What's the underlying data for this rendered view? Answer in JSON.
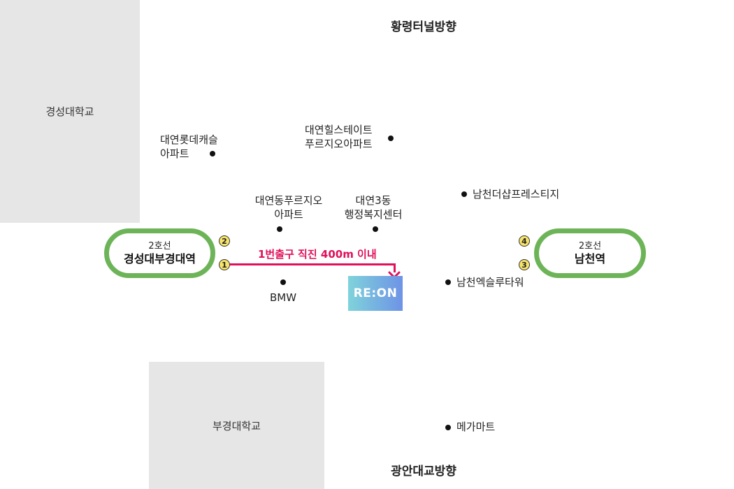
{
  "directions": {
    "north": "황령터널방향",
    "south": "광안대교방향"
  },
  "blocks": {
    "kyungsung_univ": "경성대학교",
    "pukyong_univ": "부경대학교"
  },
  "stations": {
    "west": {
      "line": "2호선",
      "name": "경성대부경대역"
    },
    "east": {
      "line": "2호선",
      "name": "남천역"
    }
  },
  "exits": {
    "west_top": "2",
    "west_bottom": "1",
    "east_top": "4",
    "east_bottom": "3"
  },
  "route": {
    "label": "1번출구 직진 400m 이내",
    "color": "#e0105a"
  },
  "logo": {
    "text": "RE:ON"
  },
  "landmarks": {
    "lotte_castle": [
      "대연롯데캐슬",
      "아파트"
    ],
    "hillstate": [
      "대연힐스테이트",
      "푸르지오아파트"
    ],
    "dong_prugio": [
      "대연동푸르지오",
      "아파트"
    ],
    "welfare_center": [
      "대연3동",
      "행정복지센터"
    ],
    "the_sharp": "남천더샵프레스티지",
    "bmw": "BMW",
    "exle_tower": "남천엑슬루타워",
    "mega_mart": "메가마트"
  },
  "colors": {
    "line2_green": "#6db458",
    "exit_yellow": "#f6e36a",
    "block_gray": "#e6e6e6",
    "logo_gradient_start": "#7fd3db",
    "logo_gradient_end": "#6e93e6"
  }
}
